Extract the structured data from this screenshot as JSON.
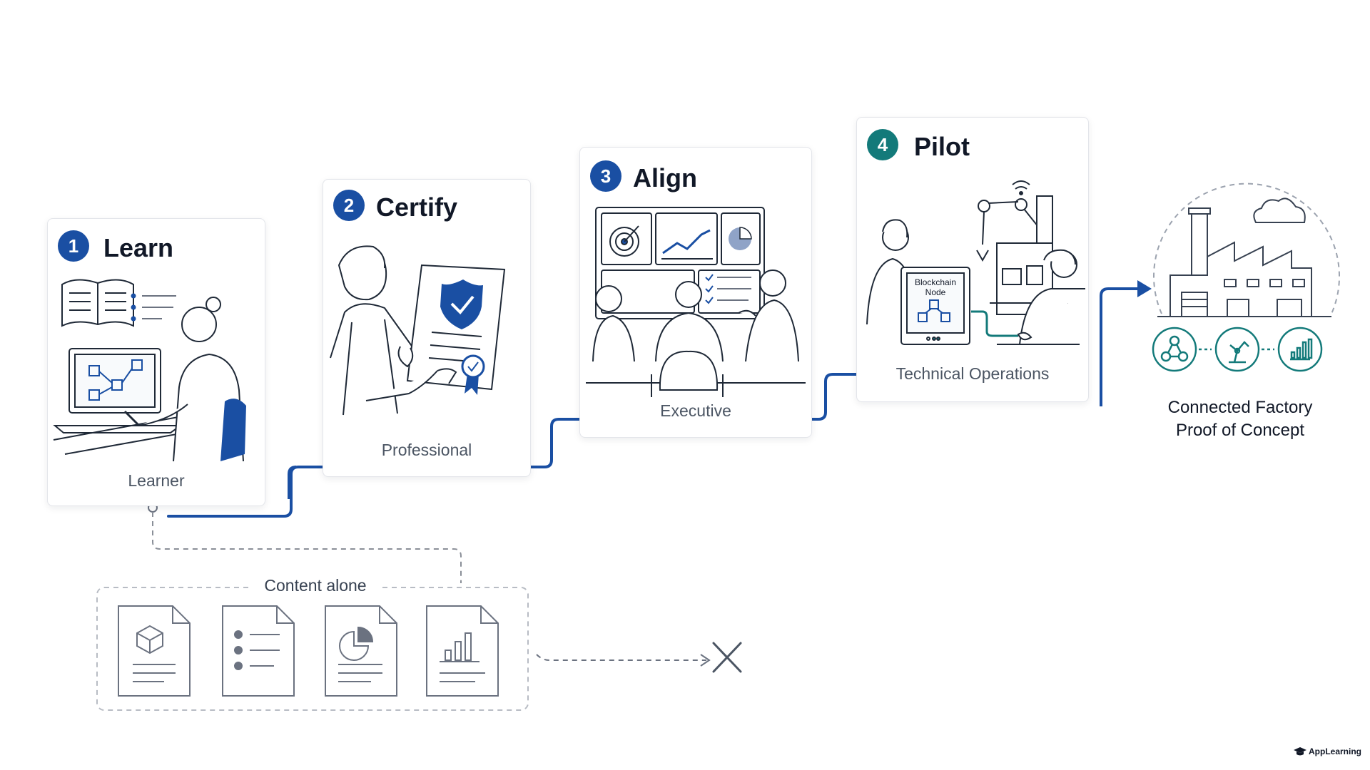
{
  "steps": [
    {
      "number": "1",
      "title": "Learn",
      "role": "Learner"
    },
    {
      "number": "2",
      "title": "Certify",
      "role": "Professional"
    },
    {
      "number": "3",
      "title": "Align",
      "role": "Executive"
    },
    {
      "number": "4",
      "title": "Pilot",
      "role": "Technical Operations"
    }
  ],
  "blockchain_node": {
    "line1": "Blockchain",
    "line2": "Node"
  },
  "content_alone": {
    "label": "Content alone"
  },
  "goal": {
    "line1": "Connected Factory",
    "line2": "Proof of Concept"
  },
  "brand": {
    "logo": "AppLearning"
  },
  "colors": {
    "accent_blue": "#1a4fa3",
    "accent_teal": "#137a7a",
    "card_border": "#e3e5ea"
  }
}
